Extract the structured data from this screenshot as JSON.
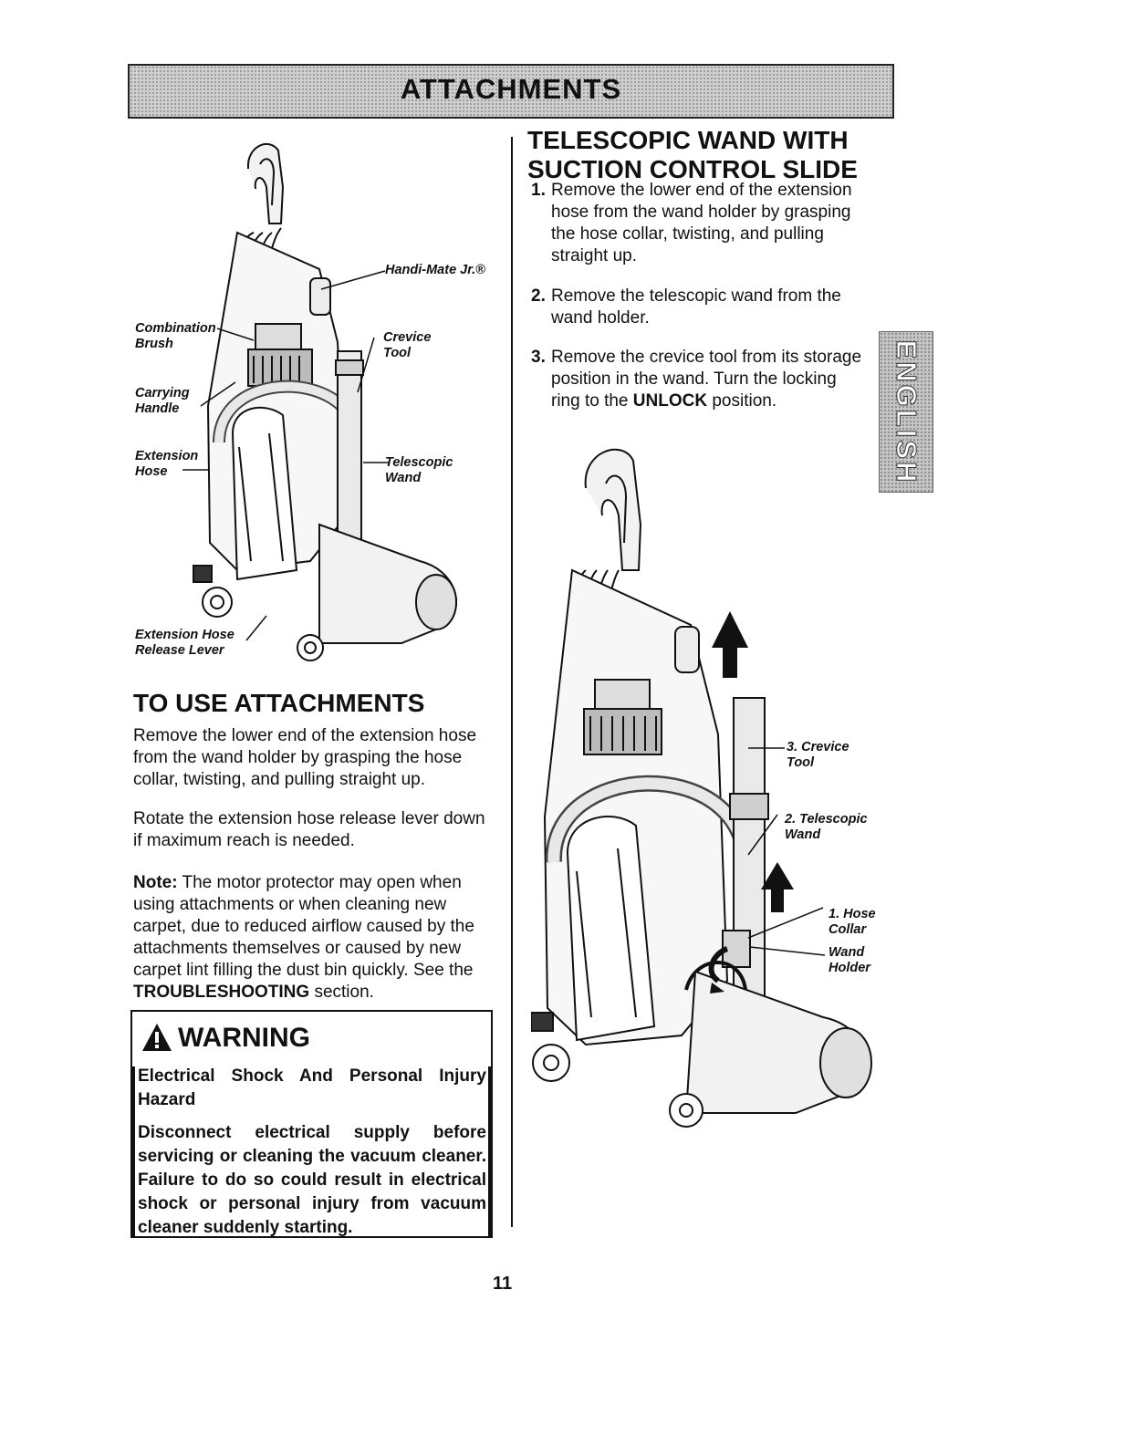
{
  "header": {
    "title": "ATTACHMENTS"
  },
  "side_tab": {
    "label": "ENGLISH"
  },
  "figure_left": {
    "callouts": {
      "handi_mate": "Handi-Mate Jr.®",
      "combination_brush_1": "Combination",
      "combination_brush_2": "Brush",
      "crevice_tool_1": "Crevice",
      "crevice_tool_2": "Tool",
      "carrying_handle_1": "Carrying",
      "carrying_handle_2": "Handle",
      "extension_hose_1": "Extension",
      "extension_hose_2": "Hose",
      "telescopic_wand_1": "Telescopic",
      "telescopic_wand_2": "Wand",
      "release_lever_1": "Extension Hose",
      "release_lever_2": "Release Lever"
    }
  },
  "to_use": {
    "heading": "TO USE ATTACHMENTS",
    "p1": "Remove the lower end of the extension hose from the wand holder by grasping the hose collar, twisting, and pulling straight up.",
    "p2": "Rotate the extension hose release lever down if maximum reach is needed.",
    "note_label": "Note:",
    "note_text_1": " The motor protector may open when using attachments or when cleaning new carpet, due to reduced airflow caused by the attachments themselves or caused by new carpet lint filling the dust bin quickly. See the ",
    "note_bold": "TROUBLESHOOTING",
    "note_text_2": " section."
  },
  "warning": {
    "title": "WARNING",
    "hazard": "Electrical Shock And Personal Injury Hazard",
    "body": "Disconnect electrical supply before servicing or cleaning the vacuum cleaner. Failure to do so could result in electrical shock or personal injury from vacuum cleaner suddenly starting."
  },
  "telescopic": {
    "heading_line1": "TELESCOPIC WAND WITH",
    "heading_line2": "SUCTION CONTROL SLIDE",
    "steps": [
      {
        "num": "1.",
        "text": "Remove the lower end of the extension hose from the wand holder by grasping the hose collar, twisting, and pulling straight up."
      },
      {
        "num": "2.",
        "text": "Remove the telescopic wand from the wand holder."
      },
      {
        "num": "3.",
        "text_before": "Remove the crevice tool from its storage position in the wand. Turn the locking ring to the ",
        "text_bold": "UNLOCK",
        "text_after": " position."
      }
    ]
  },
  "figure_right": {
    "callouts": {
      "crevice_1": "3. Crevice",
      "crevice_2": "Tool",
      "wand_1": "2. Telescopic",
      "wand_2": "Wand",
      "collar_1": "1. Hose",
      "collar_2": "Collar",
      "holder_1": "Wand",
      "holder_2": "Holder"
    }
  },
  "footer": {
    "page_number": "11"
  }
}
